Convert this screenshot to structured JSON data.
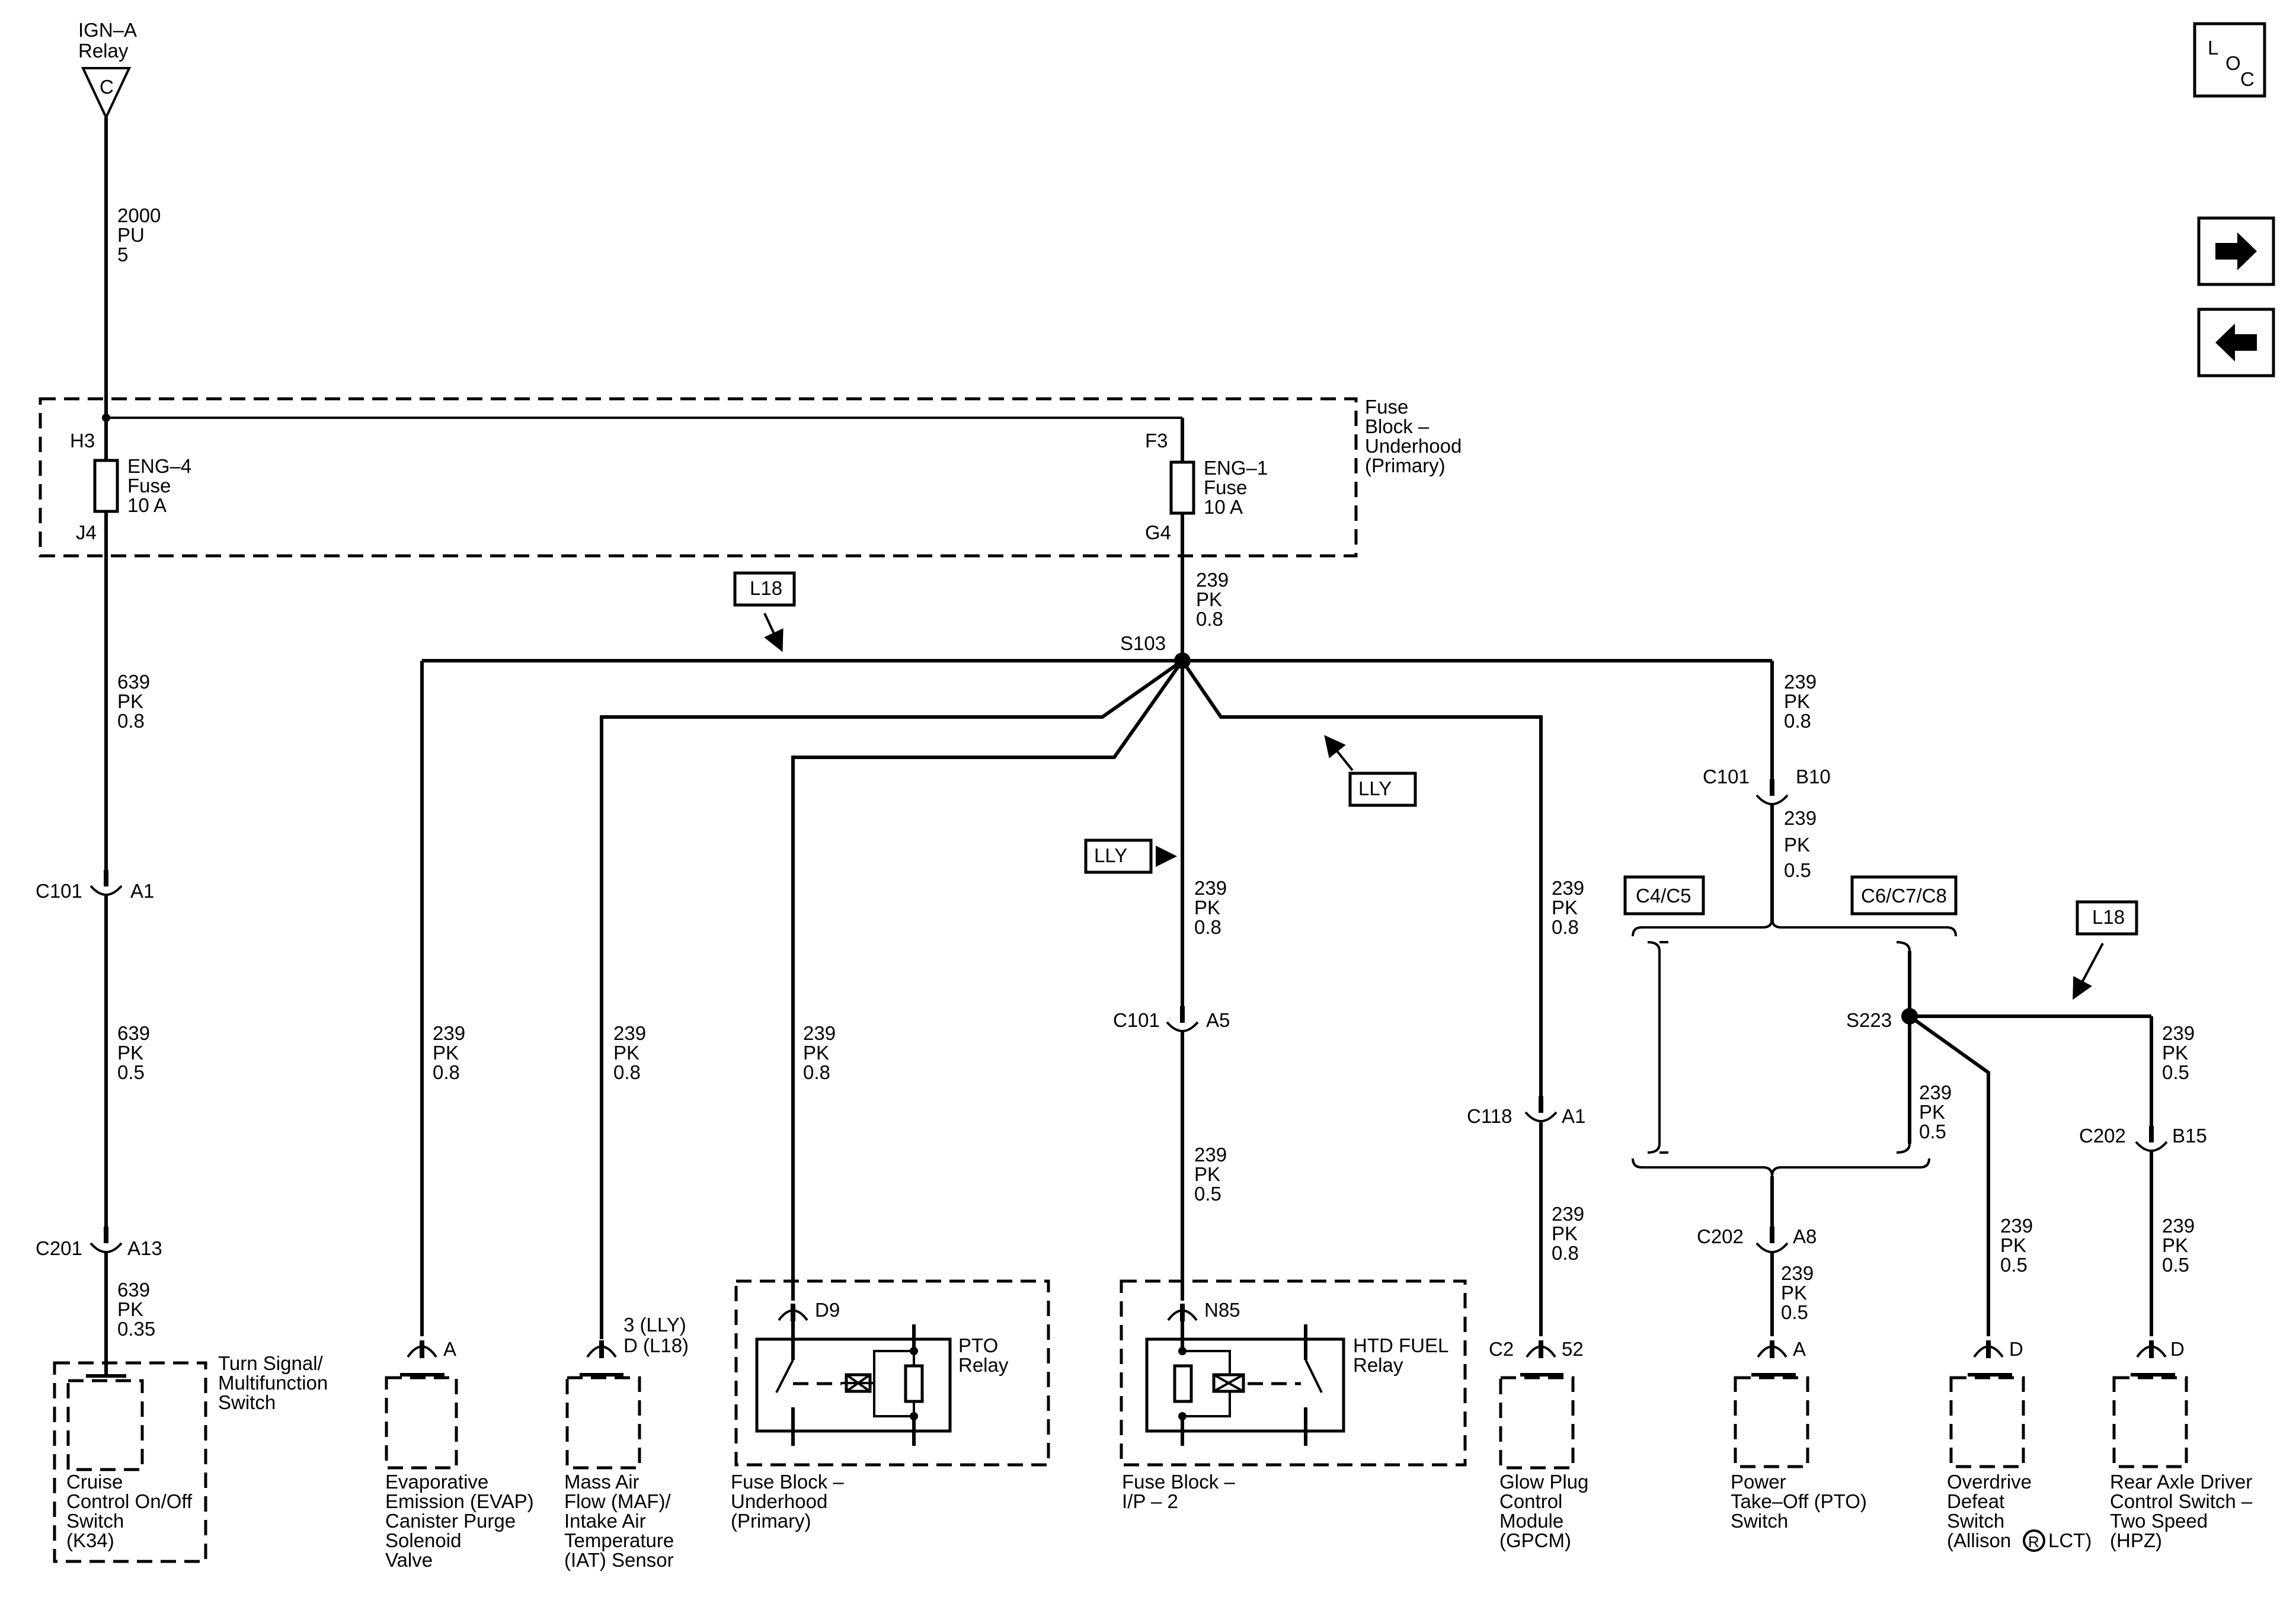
{
  "top_source": {
    "label_line1": "IGN–A",
    "label_line2": "Relay",
    "pin": "C"
  },
  "wire_2000": [
    "2000",
    "PU",
    "5"
  ],
  "fuse_block_uh": {
    "lines": [
      "Fuse",
      "Block –",
      "Underhood",
      "(Primary)"
    ]
  },
  "fuse_eng4": {
    "top_pin": "H3",
    "bottom_pin": "J4",
    "lines": [
      "ENG–4",
      "Fuse",
      "10 A"
    ]
  },
  "fuse_eng1": {
    "top_pin": "F3",
    "bottom_pin": "G4",
    "lines": [
      "ENG–1",
      "Fuse",
      "10 A"
    ]
  },
  "wire_639_a": [
    "639",
    "PK",
    "0.8"
  ],
  "wire_639_b": [
    "639",
    "PK",
    "0.5"
  ],
  "wire_639_c": [
    "639",
    "PK",
    "0.35"
  ],
  "wire_239_g4": [
    "239",
    "PK",
    "0.8"
  ],
  "c101_a1": {
    "conn": "C101",
    "pin": "A1"
  },
  "c201_a13": {
    "conn": "C201",
    "pin": "A13"
  },
  "splice_s103": "S103",
  "splice_s223": "S223",
  "tag_l18_top": "L18",
  "tag_l18_right": "L18",
  "tag_lly_right": "LLY",
  "tag_lly_left": "LLY",
  "evap": {
    "wire": [
      "239",
      "PK",
      "0.8"
    ],
    "pin": "A",
    "lines": [
      "Evaporative",
      "Emission (EVAP)",
      "Canister Purge",
      "Solenoid",
      "Valve"
    ]
  },
  "maf": {
    "wire": [
      "239",
      "PK",
      "0.8"
    ],
    "pin_line1": "3  (LLY)",
    "pin_line2": "D  (L18)",
    "lines": [
      "Mass Air",
      "Flow (MAF)/",
      "Intake Air",
      "Temperature",
      "(IAT) Sensor"
    ]
  },
  "pto_relay": {
    "wire": [
      "239",
      "PK",
      "0.8"
    ],
    "pin": "D9",
    "relay_lines": [
      "PTO",
      "Relay"
    ],
    "block_lines": [
      "Fuse Block –",
      "Underhood",
      "(Primary)"
    ]
  },
  "center": {
    "wire1": [
      "239",
      "PK",
      "0.8"
    ],
    "c101_a5": {
      "conn": "C101",
      "pin": "A5"
    },
    "wire2": [
      "239",
      "PK",
      "0.5"
    ]
  },
  "htd_relay": {
    "pin": "N85",
    "relay_lines": [
      "HTD FUEL",
      "Relay"
    ],
    "block_lines": [
      "Fuse Block –",
      "I/P – 2"
    ]
  },
  "gpcm": {
    "wire1": [
      "239",
      "PK",
      "0.8"
    ],
    "c118": {
      "conn": "C118",
      "pin": "A1"
    },
    "wire2": [
      "239",
      "PK",
      "0.8"
    ],
    "pin_conn": "C2",
    "pin": "52",
    "lines": [
      "Glow Plug",
      "Control",
      "Module",
      "(GPCM)"
    ]
  },
  "right_branch": {
    "wire": [
      "239",
      "PK",
      "0.8"
    ],
    "c101_b10": {
      "conn": "C101",
      "pin": "B10"
    },
    "wire2": [
      "239",
      "PK",
      "0.5"
    ]
  },
  "option_c4c5": "C4/C5",
  "option_c6c7c8": "C6/C7/C8",
  "pto_switch": {
    "c202": {
      "conn": "C202",
      "pin": "A8"
    },
    "wire": [
      "239",
      "PK",
      "0.5"
    ],
    "pin": "A",
    "lines": [
      "Power",
      "Take–Off (PTO)",
      "Switch"
    ]
  },
  "s223_wire": [
    "239",
    "PK",
    "0.5"
  ],
  "od_switch": {
    "wire": [
      "239",
      "PK",
      "0.5"
    ],
    "pin": "D",
    "lines": [
      "Overdrive",
      "Defeat",
      "Switch"
    ],
    "allison_left": "(Allison",
    "allison_mark": "R",
    "allison_right": "LCT)"
  },
  "rear_axle": {
    "wire1": [
      "239",
      "PK",
      "0.5"
    ],
    "c202": {
      "conn": "C202",
      "pin": "B15"
    },
    "wire2": [
      "239",
      "PK",
      "0.5"
    ],
    "pin": "D",
    "lines": [
      "Rear Axle Driver",
      "Control Switch –",
      "Two Speed",
      "(HPZ)"
    ]
  },
  "cruise": {
    "lines": [
      "Cruise",
      "Control On/Off",
      "Switch",
      "(K34)"
    ],
    "parent_lines": [
      "Turn Signal/",
      "Multifunction",
      "Switch"
    ]
  },
  "loc_icon": {
    "l": "L",
    "o": "O",
    "c": "C"
  },
  "nav": {
    "forward_icon": "arrow-right-icon",
    "back_icon": "arrow-left-icon"
  }
}
